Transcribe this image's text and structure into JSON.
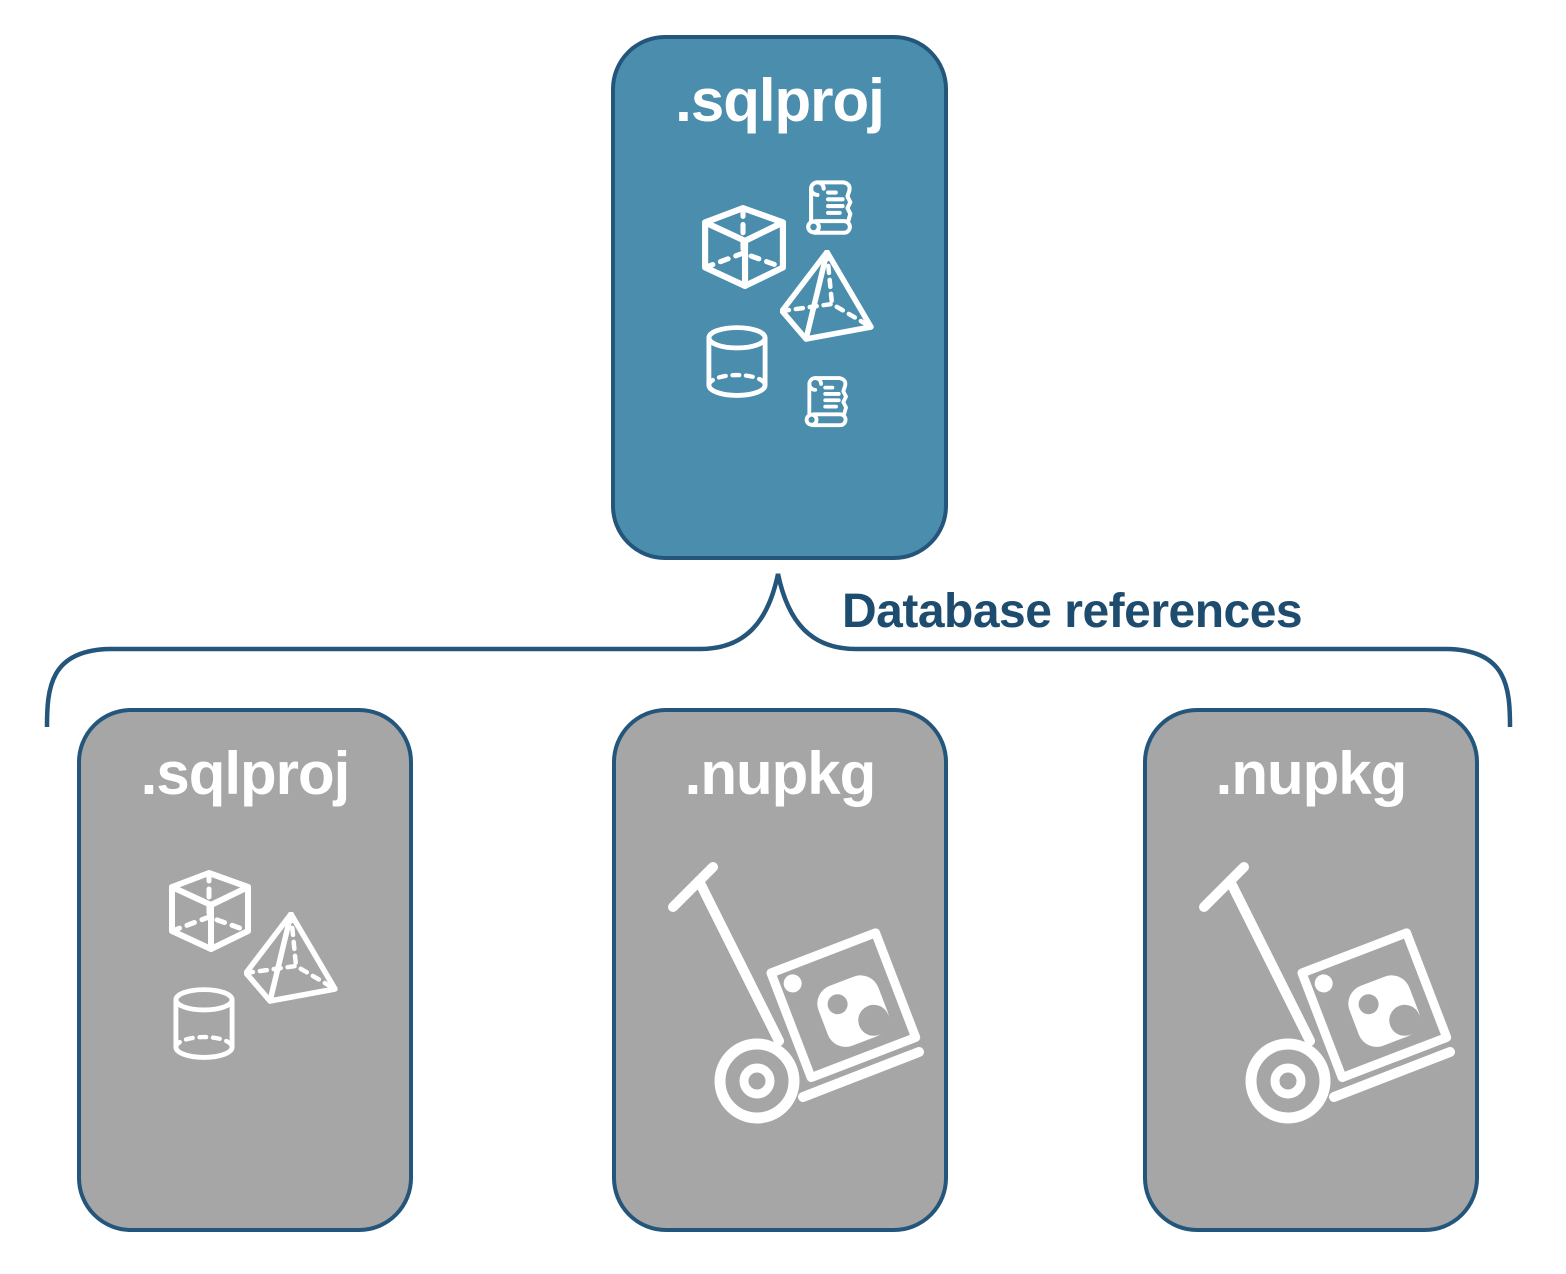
{
  "root_card": {
    "label": ".sqlproj",
    "icons": [
      "scroll-icon",
      "cube-icon",
      "pyramid-icon",
      "cylinder-icon",
      "scroll-icon"
    ]
  },
  "connector": {
    "label": "Database references"
  },
  "children": [
    {
      "label": ".sqlproj",
      "icons": [
        "cube-icon",
        "pyramid-icon",
        "cylinder-icon"
      ]
    },
    {
      "label": ".nupkg",
      "icons": [
        "hand-truck-package-icon"
      ]
    },
    {
      "label": ".nupkg",
      "icons": [
        "hand-truck-package-icon"
      ]
    }
  ],
  "colors": {
    "root-fill": "#4a8dac",
    "child-fill": "#a6a6a6",
    "outline": "#24557b",
    "label-text": "#ffffff",
    "connector-text": "#1d4c6e",
    "icon": "#ffffff"
  }
}
